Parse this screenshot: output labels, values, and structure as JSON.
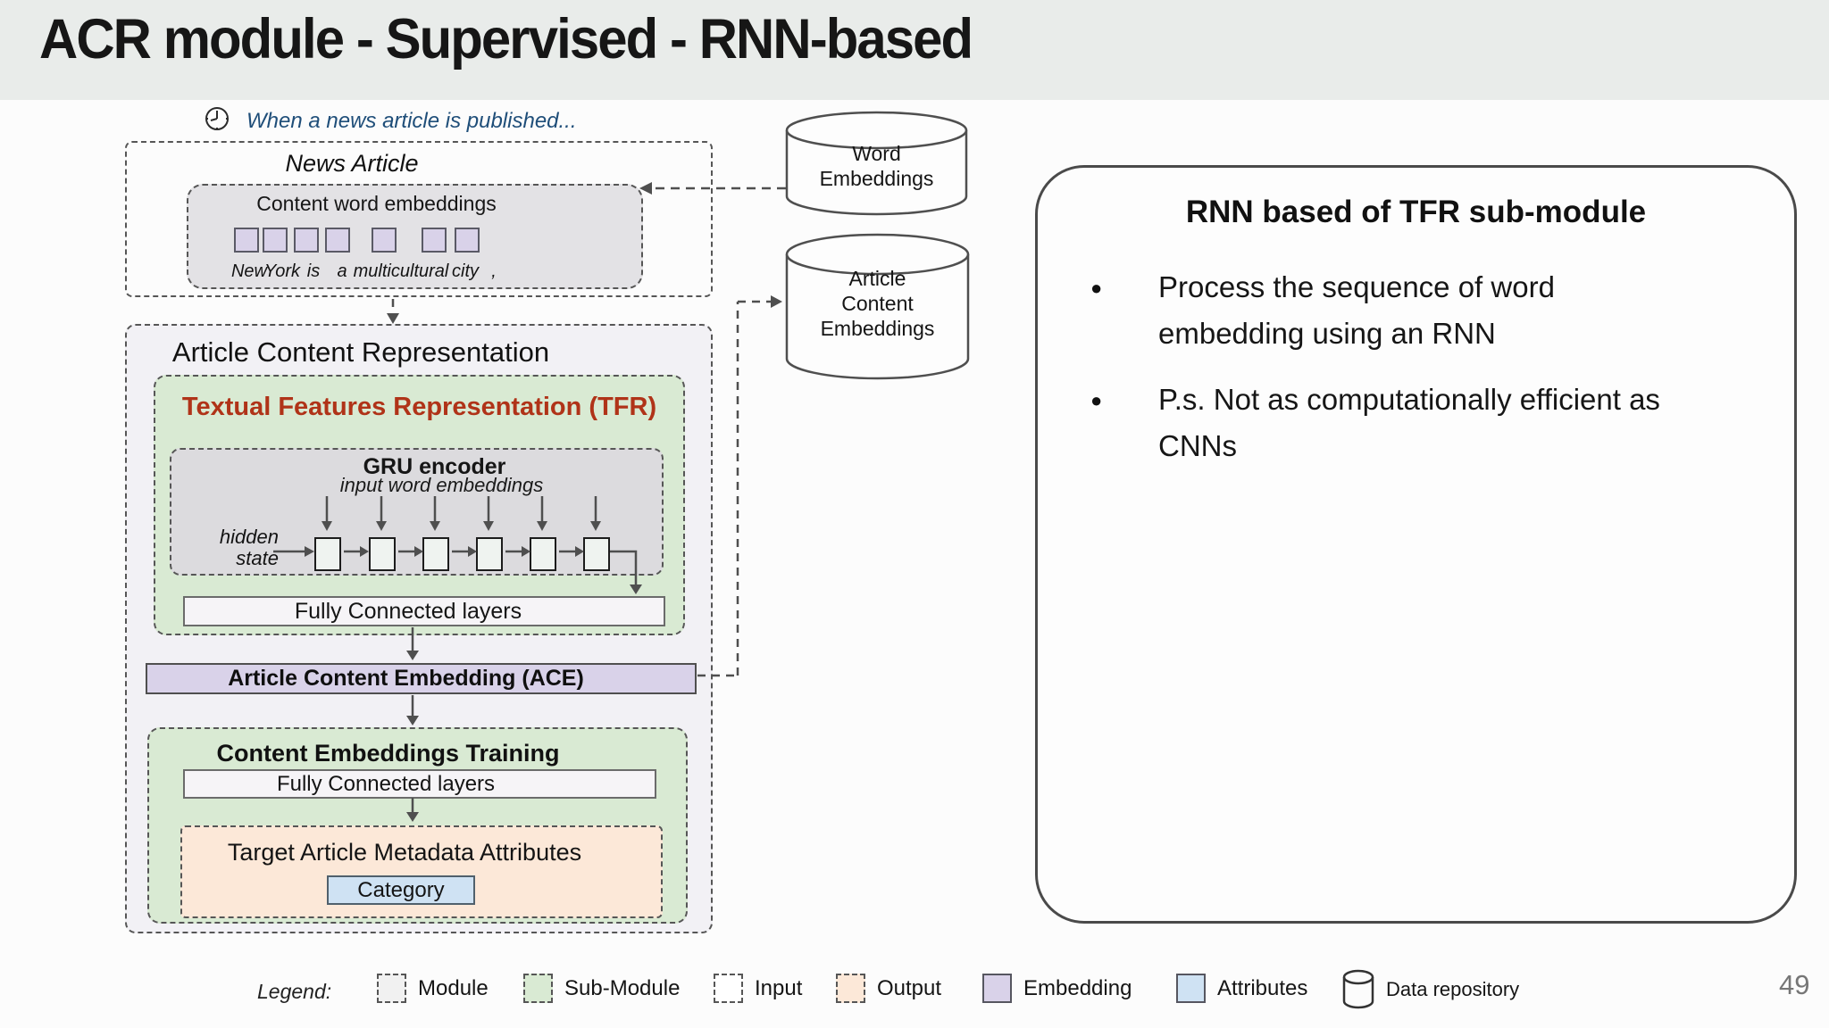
{
  "slide": {
    "title": "ACR module - Supervised - RNN-based",
    "page_number": "49"
  },
  "intro": {
    "text": "When a news article is published..."
  },
  "news_article": {
    "title": "News Article",
    "content_title": "Content word embeddings",
    "tokens": [
      "New",
      "York",
      "is",
      "a",
      "multicultural",
      "city",
      ","
    ]
  },
  "repositories": {
    "word_embeddings": {
      "line1": "Word",
      "line2": "Embeddings"
    },
    "article_content_embeddings": {
      "line1": "Article",
      "line2": "Content",
      "line3": "Embeddings"
    }
  },
  "acr_module": {
    "title": "Article Content Representation",
    "tfr": {
      "title": "Textual Features Representation (TFR)",
      "gru": {
        "title": "GRU encoder",
        "input_label": "input word embeddings",
        "hidden_line1": "hidden",
        "hidden_line2": "state"
      },
      "fc_label": "Fully Connected layers"
    },
    "ace_label": "Article Content Embedding (ACE)",
    "training": {
      "title": "Content Embeddings Training",
      "fc_label": "Fully Connected layers",
      "target_title": "Target Article Metadata Attributes",
      "attribute_label": "Category"
    }
  },
  "panel": {
    "heading": "RNN based of TFR sub-module",
    "bullets": [
      {
        "line1": "Process the sequence of word",
        "line2": "embedding using an RNN"
      },
      {
        "line1": "P.s. Not as computationally efficient as",
        "line2": "CNNs"
      }
    ]
  },
  "legend": {
    "label": "Legend:",
    "items": [
      {
        "label": "Module",
        "type": "module"
      },
      {
        "label": "Sub-Module",
        "type": "sub-module"
      },
      {
        "label": "Input",
        "type": "input"
      },
      {
        "label": "Output",
        "type": "output"
      },
      {
        "label": "Embedding",
        "type": "embedding"
      },
      {
        "label": "Attributes",
        "type": "attributes"
      },
      {
        "label": "Data repository",
        "type": "data-repository"
      }
    ]
  },
  "colors": {
    "titlebar_bg": "#e9ecea",
    "note_blue": "#1f4e79",
    "tfr_red": "#b03318",
    "module_fill": "#f2f1f5",
    "submodule_green": "#d9ead3",
    "gru_gray": "#dcdbde",
    "content_gray": "#e3e2e5",
    "embedding_lavender": "#d9d2e9",
    "output_peach": "#fce8d8",
    "attributes_blue": "#cfe2f3",
    "cell_fill": "#eff3f0",
    "line": "#4f4f4f",
    "page_gray": "#767676"
  }
}
